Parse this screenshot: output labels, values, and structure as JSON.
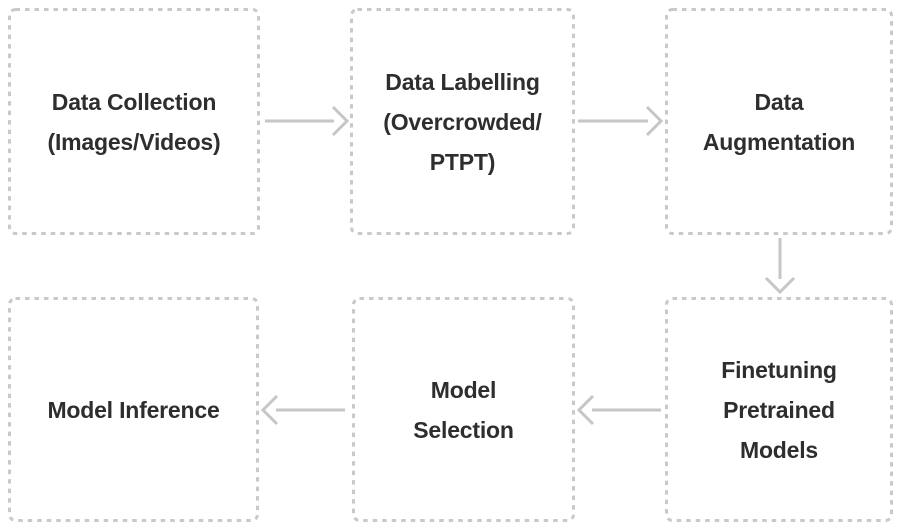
{
  "diagram": {
    "colors": {
      "background": "#ffffff",
      "box_border": "#c9c9c9",
      "text": "#2e2e2e",
      "arrow": "#c6c6c6"
    },
    "nodes": [
      {
        "id": "data-collection",
        "label": "Data Collection (Images/Videos)",
        "lines": [
          "Data Collection",
          "(Images/Videos)"
        ]
      },
      {
        "id": "data-labelling",
        "label": "Data Labelling (Overcrowded/PTPT)",
        "lines": [
          "Data Labelling",
          "(Overcrowded/",
          "PTPT)"
        ]
      },
      {
        "id": "data-augmentation",
        "label": "Data Augmentation",
        "lines": [
          "Data",
          "Augmentation"
        ]
      },
      {
        "id": "finetuning-pretrained-models",
        "label": "Finetuning Pretrained Models",
        "lines": [
          "Finetuning",
          "Pretrained",
          "Models"
        ]
      },
      {
        "id": "model-selection",
        "label": "Model Selection",
        "lines": [
          "Model",
          "Selection"
        ]
      },
      {
        "id": "model-inference",
        "label": "Model Inference",
        "lines": [
          "Model Inference"
        ]
      }
    ],
    "edges": [
      {
        "from": "data-collection",
        "to": "data-labelling",
        "direction": "right"
      },
      {
        "from": "data-labelling",
        "to": "data-augmentation",
        "direction": "right"
      },
      {
        "from": "data-augmentation",
        "to": "finetuning-pretrained-models",
        "direction": "down"
      },
      {
        "from": "finetuning-pretrained-models",
        "to": "model-selection",
        "direction": "left"
      },
      {
        "from": "model-selection",
        "to": "model-inference",
        "direction": "left"
      }
    ]
  }
}
